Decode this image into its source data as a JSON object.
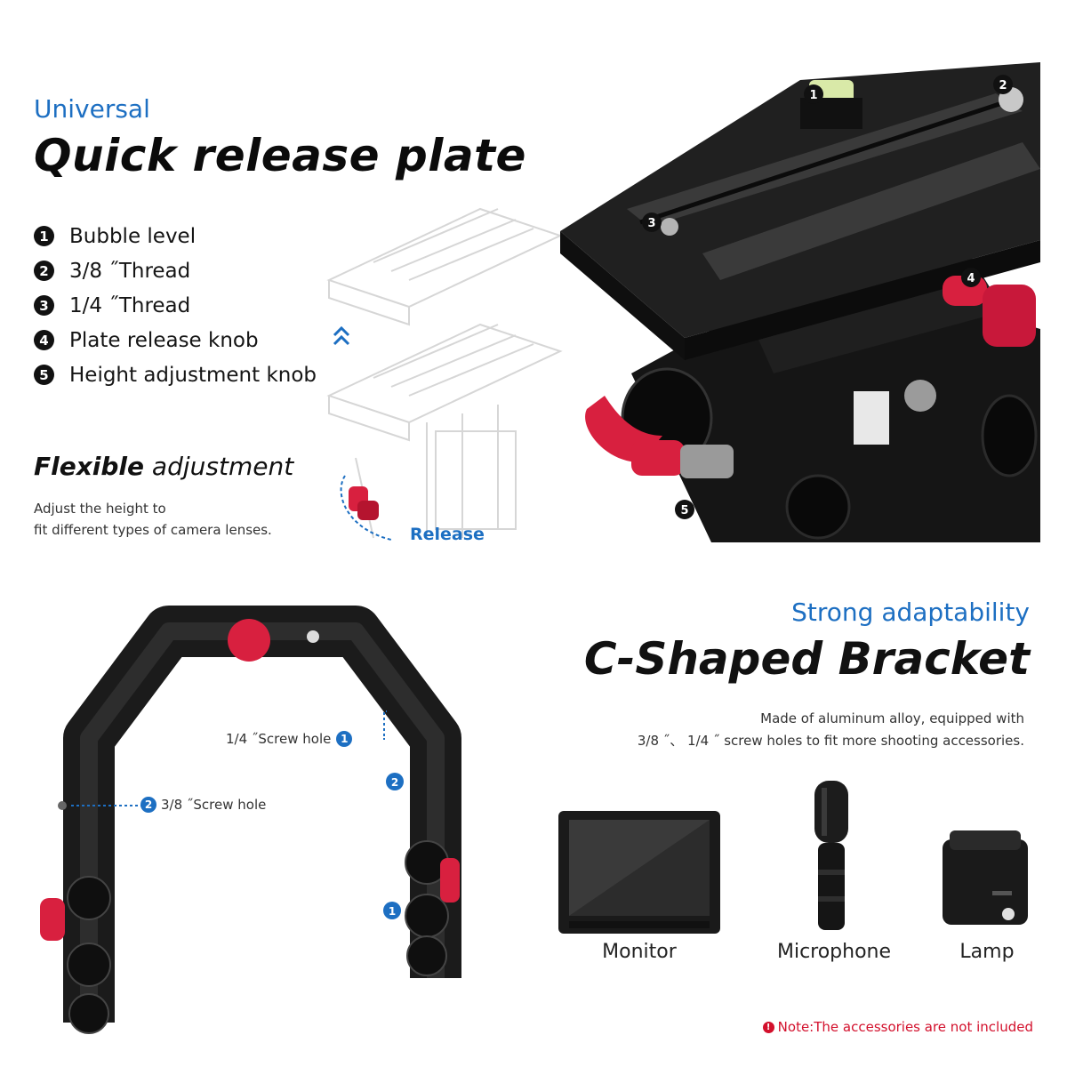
{
  "quick_release": {
    "eyebrow": "Universal",
    "title": "Quick release plate",
    "features": [
      {
        "num": "1",
        "label": "Bubble level"
      },
      {
        "num": "2",
        "label": "3/8 ˝Thread"
      },
      {
        "num": "3",
        "label": "1/4 ˝Thread"
      },
      {
        "num": "4",
        "label": "Plate release knob"
      },
      {
        "num": "5",
        "label": "Height adjustment knob"
      }
    ],
    "flexible_title_bold": "Flexible",
    "flexible_title_rest": " adjustment",
    "flexible_desc_line1": "Adjust the height to",
    "flexible_desc_line2": "fit different types of camera lenses.",
    "release_label": "Release",
    "product_markers": [
      "1",
      "2",
      "3",
      "4",
      "5"
    ]
  },
  "c_bracket": {
    "eyebrow": "Strong adaptability",
    "title": "C-Shaped Bracket",
    "desc_line1": "Made of aluminum alloy, equipped with",
    "desc_line2": "3/8 ˝、 1/4 ˝ screw holes to fit more shooting accessories.",
    "callouts": [
      {
        "num": "1",
        "label": "1/4 ˝Screw hole"
      },
      {
        "num": "2",
        "label": "3/8 ˝Screw hole"
      }
    ],
    "markers": [
      "2",
      "1"
    ],
    "accessories": [
      {
        "label": "Monitor",
        "icon": "monitor-icon"
      },
      {
        "label": "Microphone",
        "icon": "microphone-icon"
      },
      {
        "label": "Lamp",
        "icon": "lamp-icon"
      }
    ],
    "note_symbol": "!",
    "note": "Note:The accessories are not included"
  },
  "colors": {
    "accent_blue": "#1d6fc2",
    "knob_red": "#d8203f",
    "metal_black": "#1b1b1b",
    "note_red": "#d3102c"
  }
}
